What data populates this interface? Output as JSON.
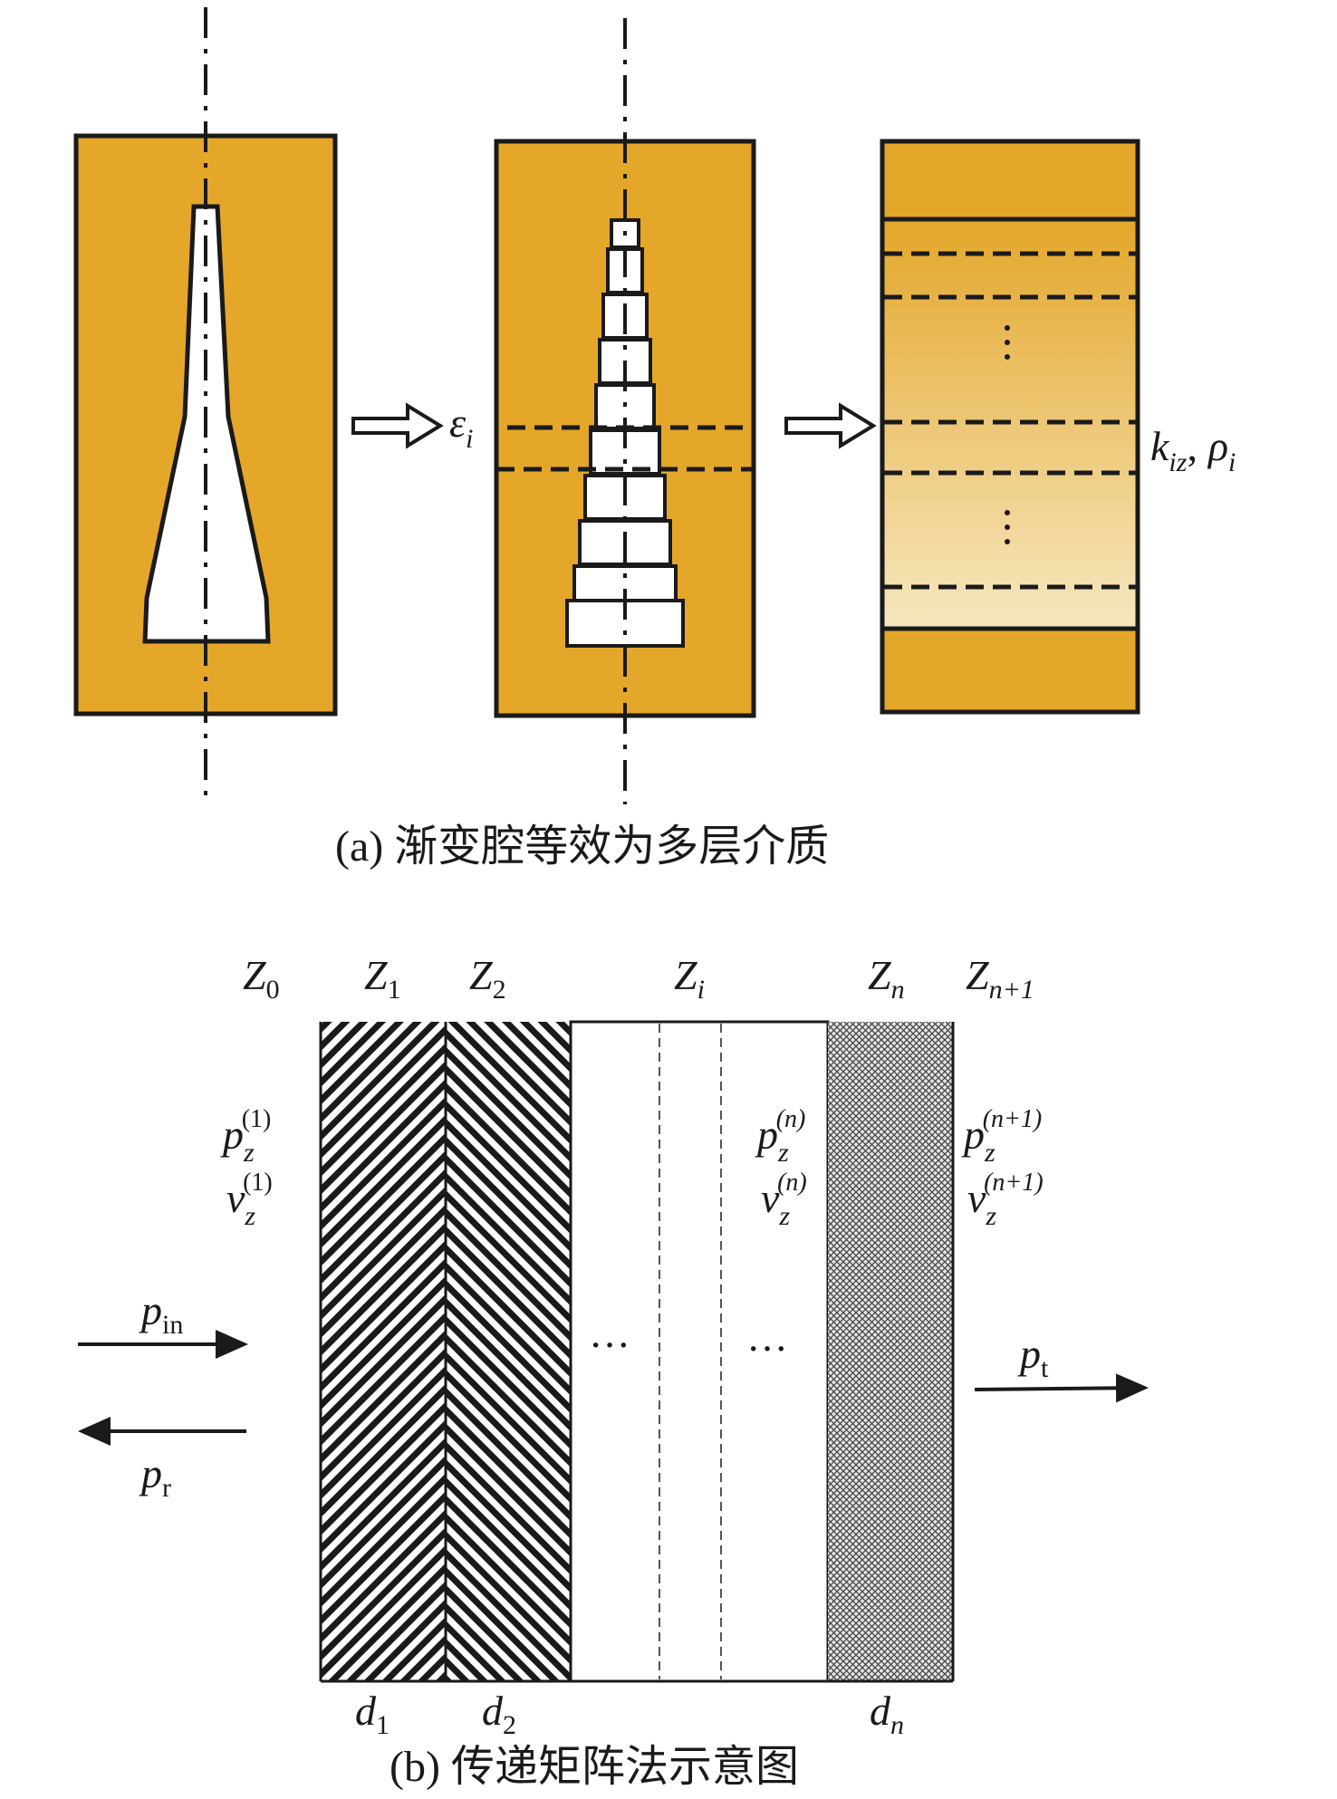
{
  "colors": {
    "fill": "#E4A72A",
    "fill_light": "#F6E7C0",
    "ink": "#1a1a1a"
  },
  "panel_a": {
    "epsilon": "ε",
    "epsilon_sub": "i",
    "k": "k",
    "k_sub": "iz",
    "comma": ",",
    "rho": "ρ",
    "rho_sub": "i",
    "caption": "(a) 渐变腔等效为多层介质"
  },
  "panel_b": {
    "layers": [
      {
        "main": "Z",
        "sub": "0"
      },
      {
        "main": "Z",
        "sub": "1"
      },
      {
        "main": "Z",
        "sub": "2"
      },
      {
        "main": "Z",
        "sub": "i"
      },
      {
        "main": "Z",
        "sub": "n"
      },
      {
        "main": "Z",
        "sub": "n+1"
      }
    ],
    "fields": [
      {
        "main": "p",
        "sub": "z",
        "sup": "(1)"
      },
      {
        "main": "v",
        "sub": "z",
        "sup": "(1)"
      },
      {
        "main": "p",
        "sub": "z",
        "sup": "(n)"
      },
      {
        "main": "v",
        "sub": "z",
        "sup": "(n)"
      },
      {
        "main": "p",
        "sub": "z",
        "sup": "(n+1)"
      },
      {
        "main": "v",
        "sub": "z",
        "sup": "(n+1)"
      }
    ],
    "waves": [
      {
        "main": "p",
        "sub": "in"
      },
      {
        "main": "p",
        "sub": "r"
      },
      {
        "main": "p",
        "sub": "t"
      }
    ],
    "thickness": [
      {
        "main": "d",
        "sub": "1"
      },
      {
        "main": "d",
        "sub": "2"
      },
      {
        "main": "d",
        "sub": "n"
      }
    ],
    "ellipsis": "···",
    "caption": "(b) 传递矩阵法示意图"
  }
}
